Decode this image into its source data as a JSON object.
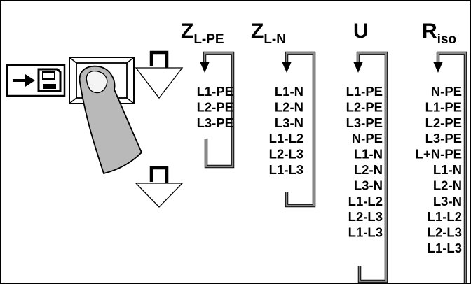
{
  "columns": [
    {
      "id": "zlpe",
      "title_main": "Z",
      "title_sub": "L-PE",
      "items": [
        "L1-PE",
        "L2-PE",
        "L3-PE"
      ]
    },
    {
      "id": "zln",
      "title_main": "Z",
      "title_sub": "L-N",
      "items": [
        "L1-N",
        "L2-N",
        "L3-N",
        "L1-L2",
        "L2-L3",
        "L1-L3"
      ]
    },
    {
      "id": "u",
      "title_main": "U",
      "title_sub": "",
      "items": [
        "L1-PE",
        "L2-PE",
        "L3-PE",
        "N-PE",
        "L1-N",
        "L2-N",
        "L3-N",
        "L1-L2",
        "L2-L3",
        "L1-L3"
      ]
    },
    {
      "id": "riso",
      "title_main": "R",
      "title_sub": "iso",
      "items": [
        "N-PE",
        "L1-PE",
        "L2-PE",
        "L3-PE",
        "L+N-PE",
        "L1-N",
        "L2-N",
        "L3-N",
        "L1-L2",
        "L2-L3",
        "L1-L3"
      ]
    }
  ],
  "icons": {
    "store_key": "arrow-to-diskette-icon",
    "rotary_switch": "rotary-knob-icon",
    "finger": "pressing-finger-icon",
    "next_arrow": "down-arrow-icon"
  },
  "colors": {
    "ink": "#000000",
    "bracket_gray": "#888888",
    "finger_fill": "#b9b9b9",
    "background": "#ffffff"
  }
}
